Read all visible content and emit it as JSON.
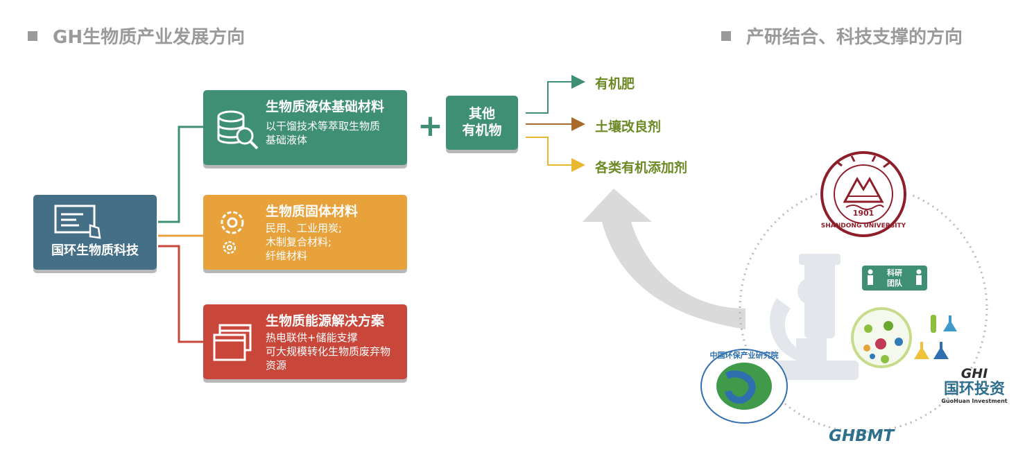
{
  "headings": {
    "left": "GH生物质产业发展方向",
    "right": "产研结合、科技支撑的方向"
  },
  "root": {
    "label": "国环生物质科技",
    "icon": "screen-touch-icon"
  },
  "cards": [
    {
      "title": "生物质液体基础材料",
      "lines": [
        "以干馏技术等萃取生物质",
        "基础液体"
      ],
      "icon": "database-search-icon",
      "color": "#3f8f75"
    },
    {
      "title": "生物质固体材料",
      "lines": [
        "民用、工业用炭;",
        "木制复合材料;",
        "纤维材料"
      ],
      "icon": "gears-icon",
      "color": "#e8a23c"
    },
    {
      "title": "生物质能源解决方案",
      "lines": [
        "热电联供+储能支撑",
        "可大规模转化生物质废弃物",
        "资源"
      ],
      "icon": "windows-icon",
      "color": "#c9463a"
    }
  ],
  "plus": "+",
  "other": {
    "line1": "其他",
    "line2": "有机物"
  },
  "outputs": [
    {
      "label": "有机肥",
      "color": "#3f8f75"
    },
    {
      "label": "土壤改良剂",
      "color": "#a86b2b"
    },
    {
      "label": "各类有机添加剂",
      "color": "#e8b830"
    }
  ],
  "partners": {
    "univ_year": "1901",
    "univ_name": "SHANDONG UNIVERSITY",
    "team": {
      "line1": "科研",
      "line2": "团队"
    },
    "institute": "中国环保产业研究院",
    "ghi_mark": "GHI",
    "ghi_name": "国环投资",
    "ghi_en": "GuoHuan Investment",
    "ghbmt": "GHBMT"
  },
  "colors": {
    "green": "#3f8f75",
    "orange": "#e8a23c",
    "red": "#c9463a",
    "root": "#456f86",
    "heading": "#9a9a9a",
    "label": "#6b8a25"
  }
}
